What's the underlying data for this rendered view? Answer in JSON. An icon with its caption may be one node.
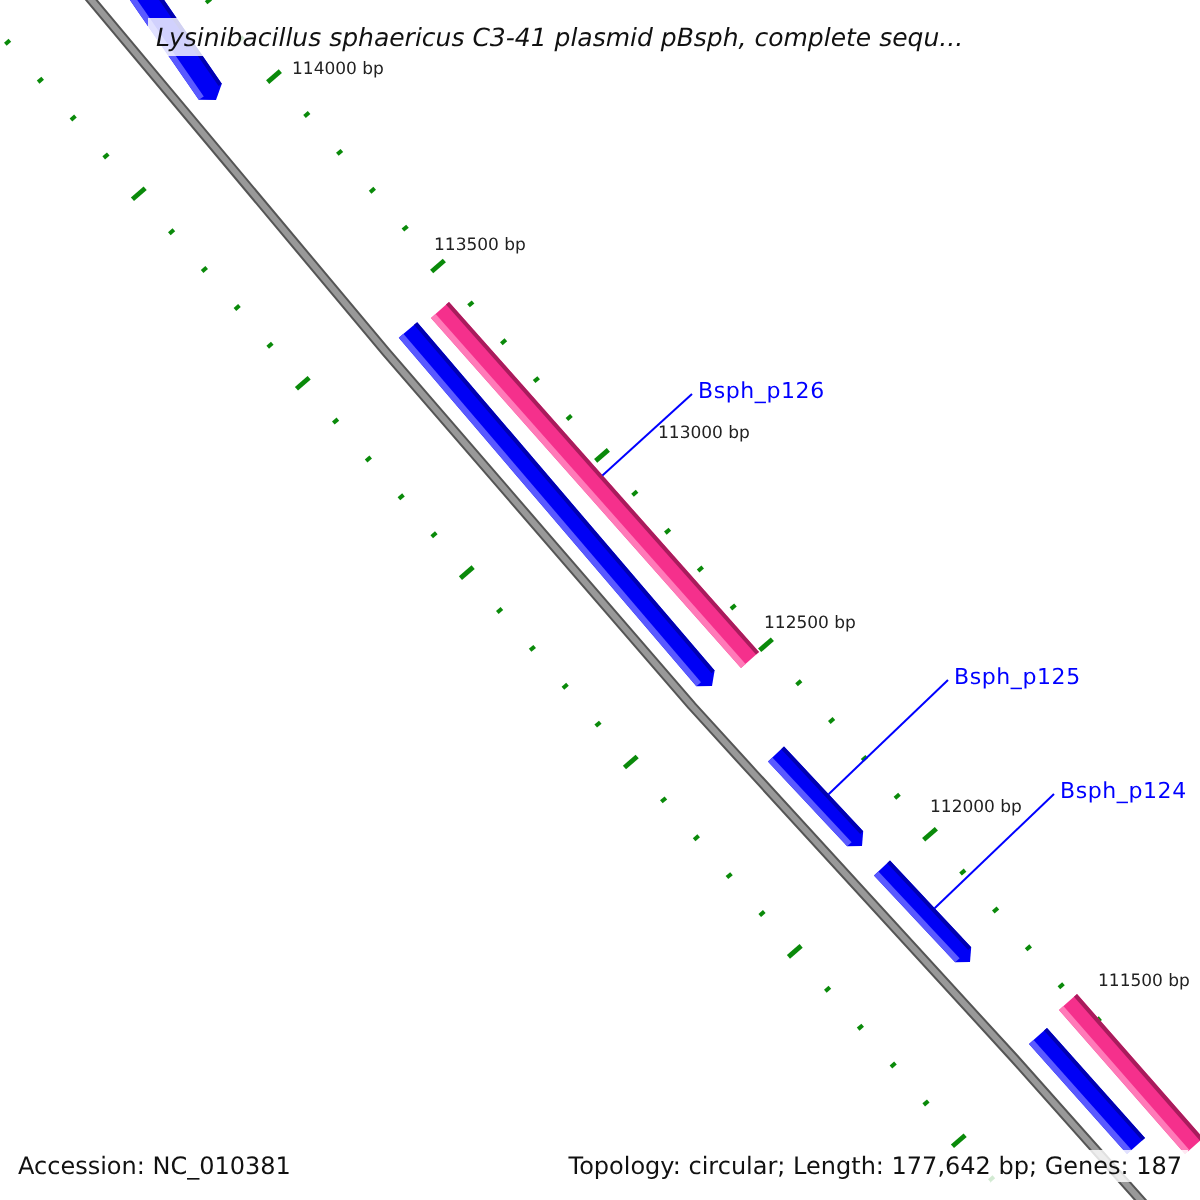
{
  "diagram": {
    "title": "Lysinibacillus sphaericus C3-41 plasmid pBsph, complete sequ...",
    "nodes": [
      {
        "text": [],
        "shape": "bar"
      },
      {
        "text": [],
        "shape": "bar"
      },
      {
        "text": [],
        "shape": "bar"
      },
      {
        "text": [],
        "shape": "bar"
      },
      {
        "text": [],
        "shape": "bar"
      },
      {
        "text": [],
        "shape": "bar"
      },
      {
        "text": [],
        "shape": "bar"
      },
      {
        "text": [
          "Bsph_p126"
        ]
      },
      {
        "text": [
          "Bsph_p125"
        ]
      },
      {
        "text": [
          "Bsph_p124"
        ]
      }
    ],
    "edges": [
      {
        "from": 7,
        "to": 1,
        "arrow": "none"
      },
      {
        "from": 8,
        "to": 3,
        "arrow": "none"
      },
      {
        "from": 9,
        "to": 4,
        "arrow": "none"
      }
    ],
    "labels": [
      "114000 bp",
      "113500 bp",
      "113000 bp",
      "112500 bp",
      "112000 bp",
      "111500 bp",
      "Accession: NC_010381",
      "Topology: circular; Length: 177,642 bp; Genes: 187"
    ]
  }
}
